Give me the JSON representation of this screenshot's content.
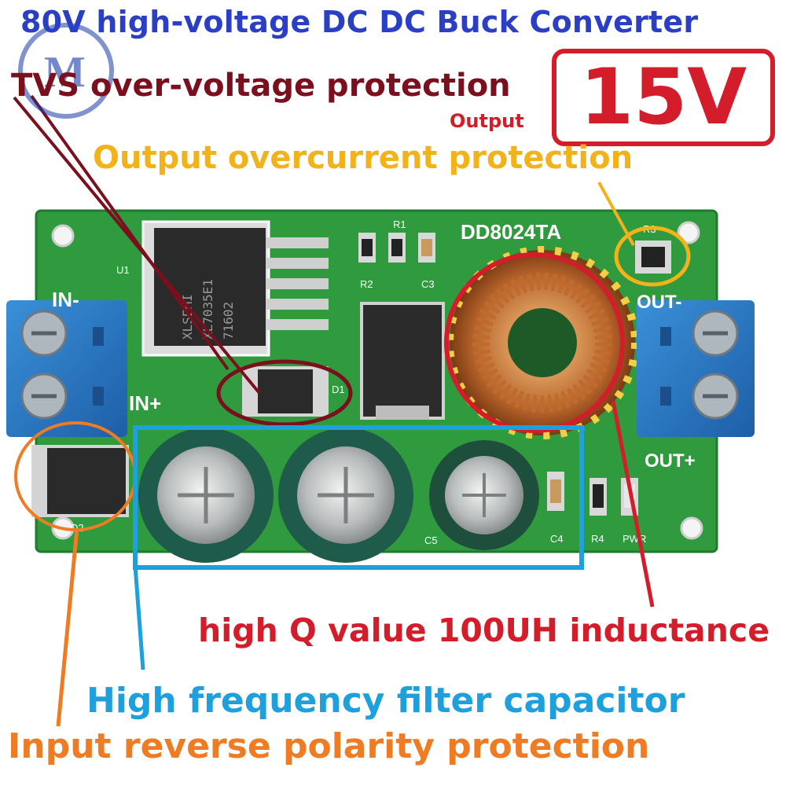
{
  "title": "80V high-voltage DC DC Buck Converter",
  "tvs_label": "TVS over-voltage protection",
  "output_label": "Output",
  "output_voltage": "15V",
  "overcurrent_label": "Output overcurrent protection",
  "inductance_label": "high Q value 100UH inductance",
  "capacitor_label": "High frequency filter capacitor",
  "reverse_label": "Input reverse polarity protection",
  "board": {
    "model": "DD8024TA",
    "in_minus": "IN-",
    "in_plus": "IN+",
    "out_minus": "OUT-",
    "out_plus": "OUT+",
    "ic_text": [
      "XLSEMI",
      "XL7035E1",
      "71602"
    ],
    "refs": [
      "R1",
      "R2",
      "C3",
      "U1",
      "D1",
      "D2",
      "C5",
      "C4",
      "R4",
      "PWR",
      "R3"
    ]
  },
  "colors": {
    "pcb": "#2f9a3e",
    "title": "#2b3fc4",
    "tvs": "#7a0f1e",
    "red": "#d41d2a",
    "yellow": "#f2b21a",
    "blue": "#1da0dc",
    "orange": "#ef7b22"
  }
}
